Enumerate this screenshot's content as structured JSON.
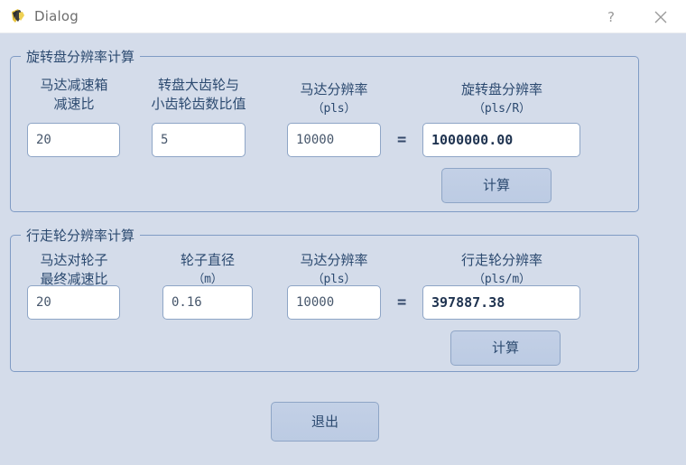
{
  "window": {
    "title": "Dialog",
    "icon": "qt-logo-icon",
    "help_label": "?",
    "close_label": "✕",
    "bg_color": "#d4dcea",
    "titlebar_color": "#ffffff",
    "accent_color": "#2c4a70",
    "border_color": "#7f9bc4"
  },
  "group1": {
    "title": "旋转盘分辨率计算",
    "fields": [
      {
        "label_line1": "马达减速箱",
        "label_line2": "减速比",
        "unit": "",
        "value": "20"
      },
      {
        "label_line1": "转盘大齿轮与",
        "label_line2": "小齿轮齿数比值",
        "unit": "",
        "value": "5"
      },
      {
        "label_line1": "马达分辨率",
        "label_line2": "",
        "unit": "（pls）",
        "value": "10000"
      }
    ],
    "equals": "=",
    "result": {
      "label_line1": "旋转盘分辨率",
      "label_line2": "",
      "unit": "（pls/R）",
      "value": "1000000.00"
    },
    "calc_button": "计算"
  },
  "group2": {
    "title": "行走轮分辨率计算",
    "fields": [
      {
        "label_line1": "马达对轮子",
        "label_line2": "最终减速比",
        "unit": "",
        "value": "20"
      },
      {
        "label_line1": "轮子直径",
        "label_line2": "",
        "unit": "（m）",
        "value": "0.16"
      },
      {
        "label_line1": "马达分辨率",
        "label_line2": "",
        "unit": "（pls）",
        "value": "10000"
      }
    ],
    "equals": "=",
    "result": {
      "label_line1": "行走轮分辨率",
      "label_line2": "",
      "unit": "（pls/m）",
      "value": "397887.38"
    },
    "calc_button": "计算"
  },
  "footer": {
    "exit_button": "退出"
  }
}
